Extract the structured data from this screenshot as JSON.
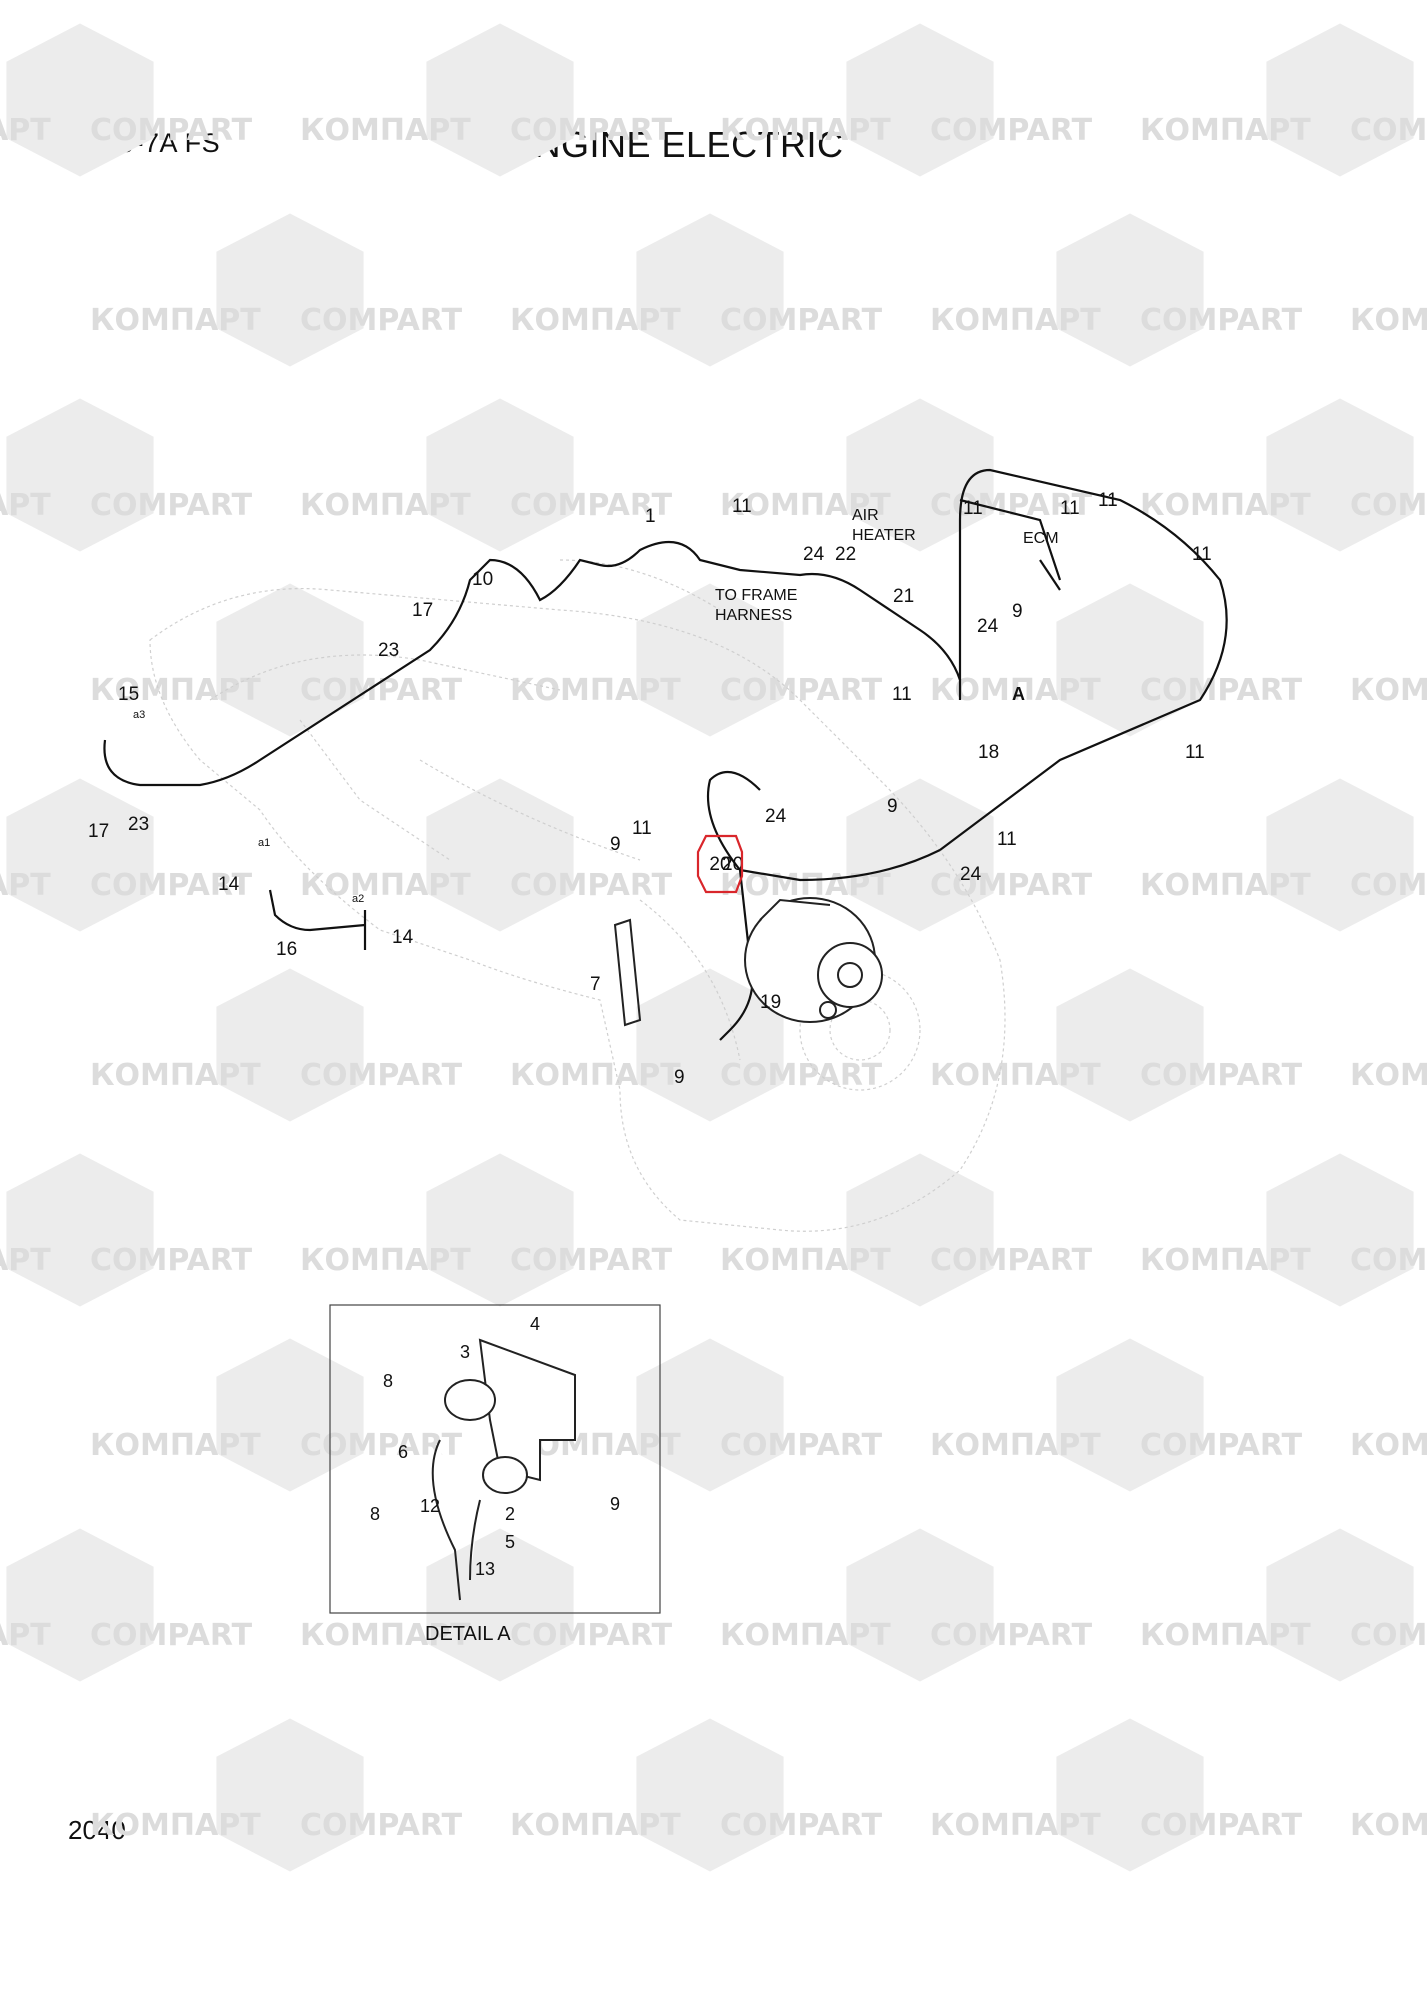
{
  "header": {
    "model": "R800-7A  FS",
    "title": "ENGINE ELECTRIC"
  },
  "footer": {
    "page_number": "2040"
  },
  "watermark": {
    "text_cyrillic": "КОМПАРТ",
    "text_latin": "COMPART",
    "color": "#dcdcdc"
  },
  "callouts": [
    "1",
    "11",
    "11",
    "11",
    "11",
    "11",
    "11",
    "11",
    "11",
    "24",
    "22",
    "21",
    "9",
    "24",
    "18",
    "10",
    "17",
    "23",
    "15",
    "17",
    "23",
    "14",
    "16",
    "14",
    "11",
    "9",
    "20",
    "24",
    "9",
    "24",
    "7",
    "19",
    "9"
  ],
  "labels": {
    "air_heater_1": "AIR",
    "air_heater_2": "HEATER",
    "ecm": "ECM",
    "to_frame_1": "TO FRAME",
    "to_frame_2": "HARNESS",
    "a_marker": "A",
    "a1": "a1",
    "a2": "a2",
    "a3": "a3"
  },
  "detail": {
    "title": "DETAIL  A",
    "callouts": [
      "3",
      "4",
      "8",
      "6",
      "8",
      "12",
      "2",
      "9",
      "5",
      "13"
    ]
  },
  "highlight": {
    "item": "20",
    "color": "#d9262b"
  }
}
